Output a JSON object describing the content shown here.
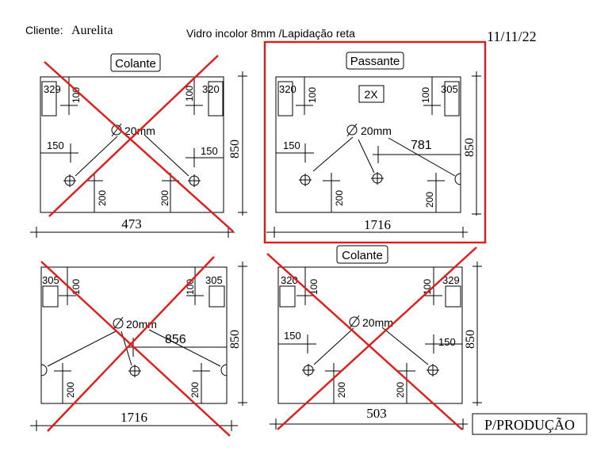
{
  "header": {
    "client_label": "Cliente:",
    "client_name": "Aurelita",
    "spec": "Vidro incolor 8mm /Lapidação reta",
    "date": "11/11/22"
  },
  "panels": {
    "top_left": {
      "tag": "Colante",
      "width": "473",
      "height": "850",
      "tl_box": "329",
      "tr_box": "320",
      "tl_offset": "100",
      "tr_offset": "100",
      "l_offset": "150",
      "r_offset": "150",
      "bl_offset": "200",
      "br_offset": "200",
      "hole": "20mm",
      "crossed": true
    },
    "top_right": {
      "tag": "Passante",
      "qty": "2X",
      "width": "1716",
      "height": "850",
      "tl_box": "320",
      "tr_box": "305",
      "tl_offset": "100",
      "tr_offset": "100",
      "l_offset": "150",
      "center_dim": "781",
      "bl_offset": "200",
      "br_offset": "200",
      "hole": "20mm",
      "highlighted": true
    },
    "bottom_left": {
      "width": "1716",
      "height": "850",
      "tl_box": "305",
      "tr_box": "305",
      "tl_offset": "100",
      "tr_offset": "100",
      "center_dim": "856",
      "bl_offset": "200",
      "br_offset": "200",
      "hole": "20mm",
      "crossed": true
    },
    "bottom_right": {
      "tag": "Colante",
      "width": "503",
      "height": "850",
      "tl_box": "320",
      "tr_box": "329",
      "tl_offset": "100",
      "tr_offset": "100",
      "l_offset": "150",
      "r_offset": "150",
      "bl_offset": "200",
      "br_offset": "200",
      "hole": "20mm",
      "crossed": true
    }
  },
  "footer": {
    "production_label": "P/PRODUÇÃO"
  },
  "colors": {
    "cross": "#e21a1a",
    "highlight": "#e21a1a",
    "ink": "#000000"
  }
}
